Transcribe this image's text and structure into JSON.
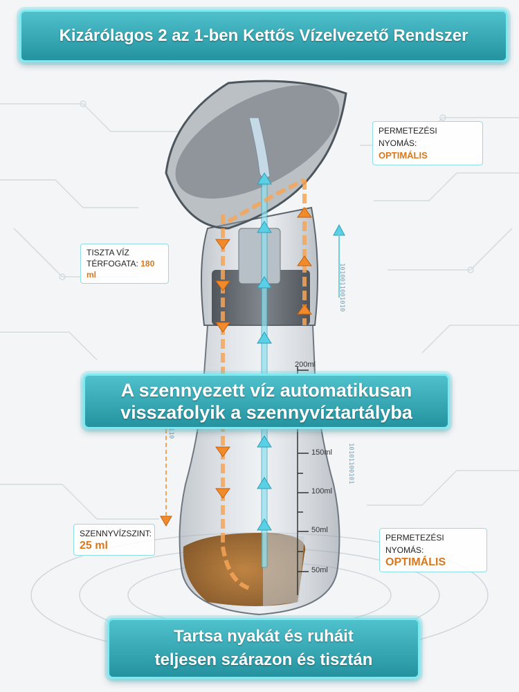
{
  "top_banner": {
    "title": "Kizárólagos 2 az 1-ben Kettős Vízelvezető Rendszer"
  },
  "labels": {
    "spray_pressure_top": {
      "name": "PERMETEZÉSI NYOMÁS:",
      "value": "OPTIMÁLIS"
    },
    "clean_water_volume": {
      "line1": "TISZTA VÍZ",
      "line2": "TÉRFOGATA:",
      "value": "180 ml"
    },
    "waste_water_level": {
      "name": "SZENNYVÍZSZINT:",
      "value": "25 ml"
    },
    "spray_pressure_bottom": {
      "name": "PERMETEZÉSI NYOMÁS:",
      "value": "OPTIMÁLIS"
    }
  },
  "middle_banner": {
    "line1": "A szennyezett víz automatikusan",
    "line2": "visszafolyik a szennyvíztartályba"
  },
  "bottom_banner": {
    "line1": "Tartsa nyakát és ruháit",
    "line2": "teljesen szárazon és tisztán"
  },
  "measurements": [
    "200ml",
    "150ml",
    "100ml",
    "50ml",
    "50ml"
  ],
  "colors": {
    "accent_teal": "#2aa3ad",
    "clean_flow": "#5ad0e6",
    "waste_flow": "#f08a2a",
    "value_orange": "#d7781e"
  }
}
